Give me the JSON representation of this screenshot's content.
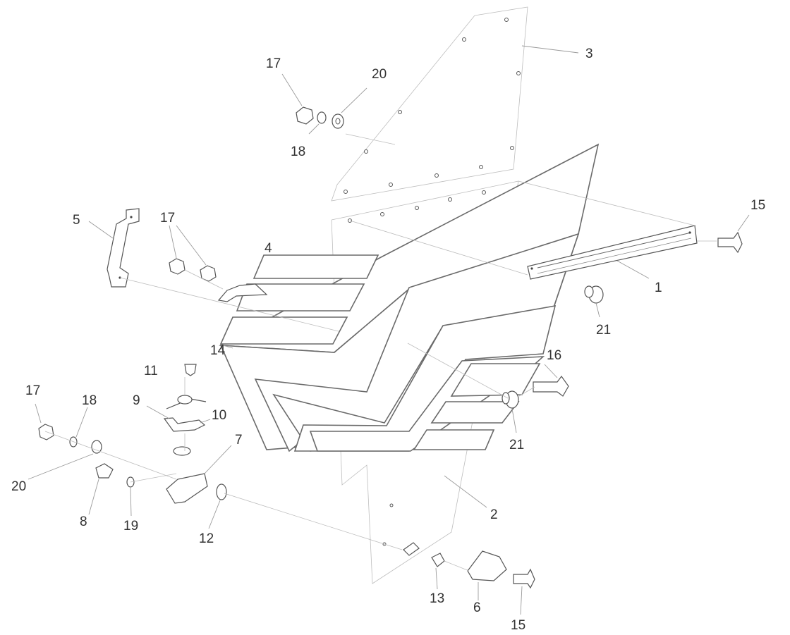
{
  "callouts": {
    "c1": "1",
    "c2": "2",
    "c3": "3",
    "c4": "4",
    "c5": "5",
    "c6": "6",
    "c7": "7",
    "c8": "8",
    "c9": "9",
    "c10": "10",
    "c11": "11",
    "c12": "12",
    "c13": "13",
    "c14": "14",
    "c15a": "15",
    "c15b": "15",
    "c16": "16",
    "c17a": "17",
    "c17b": "17",
    "c17c": "17",
    "c18a": "18",
    "c18b": "18",
    "c19": "19",
    "c20a": "20",
    "c20b": "20",
    "c21a": "21",
    "c21b": "21"
  }
}
